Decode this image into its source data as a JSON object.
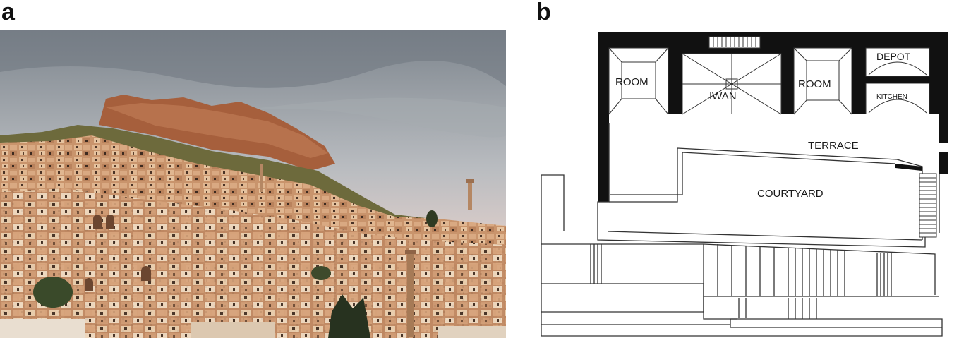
{
  "panels": {
    "a": {
      "label": "a"
    },
    "b": {
      "label": "b"
    }
  },
  "photo": {
    "icon": "hillside-town-photo",
    "colors": {
      "sky": "#9aa0a6",
      "stone": "#c8926a",
      "rock": "#a8603c",
      "tree": "#2f3a22"
    }
  },
  "plan": {
    "rooms": {
      "room_left": "ROOM",
      "iwan": "IWAN",
      "room_right": "ROOM",
      "depot": "DEPOT",
      "kitchen": "KITCHEN",
      "terrace": "TERRACE",
      "courtyard": "COURTYARD"
    },
    "colors": {
      "wall": "#111111",
      "line": "#333333",
      "background": "#ffffff"
    }
  }
}
